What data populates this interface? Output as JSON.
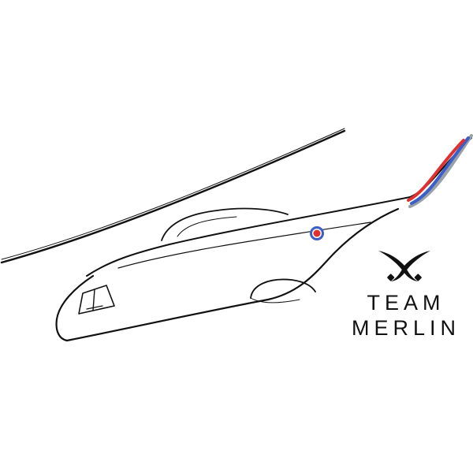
{
  "logo": {
    "line1": "TEAM",
    "line2": "MERLIN",
    "colors": {
      "outline": "#111111",
      "roundel_outer": "#3a5fc8",
      "roundel_inner": "#e03030",
      "tail_stripe_red": "#e03030",
      "tail_stripe_blue": "#3a5fc8",
      "tail_stripe_grey": "#9aa0a8"
    },
    "icons": [
      "helicopter-outline",
      "roundel-icon",
      "crossed-kukri-icon"
    ]
  }
}
